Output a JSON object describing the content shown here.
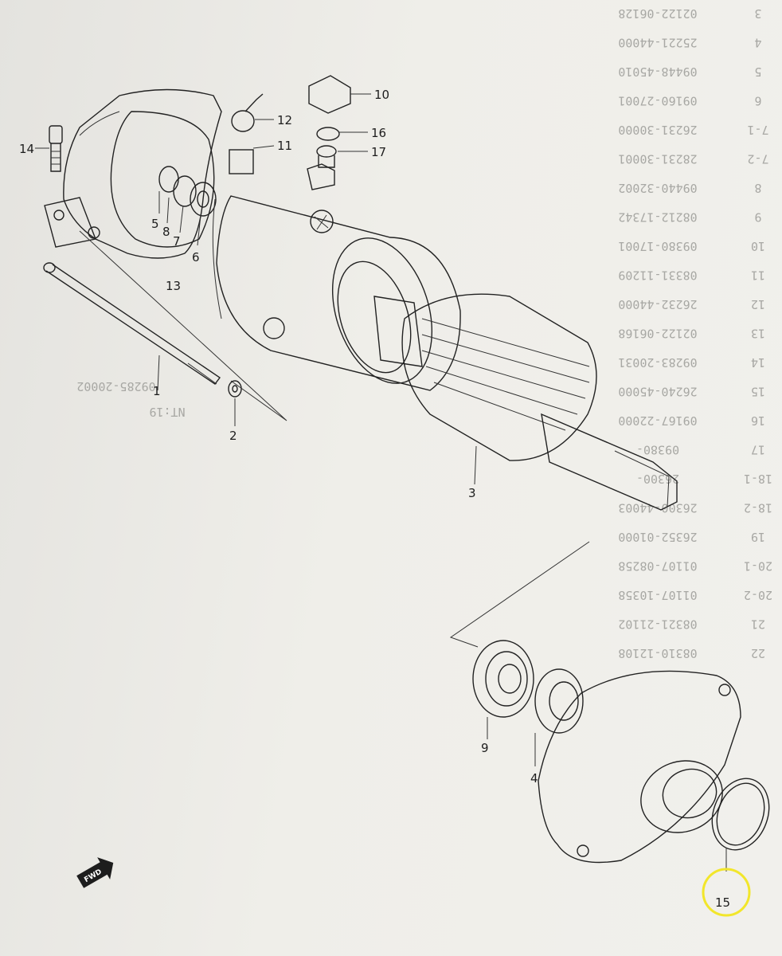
{
  "diagram": {
    "callouts": [
      {
        "id": "c1",
        "text": "1"
      },
      {
        "id": "c2",
        "text": "2"
      },
      {
        "id": "c3",
        "text": "3"
      },
      {
        "id": "c4",
        "text": "4"
      },
      {
        "id": "c5",
        "text": "5"
      },
      {
        "id": "c6",
        "text": "6"
      },
      {
        "id": "c7",
        "text": "7"
      },
      {
        "id": "c8",
        "text": "8"
      },
      {
        "id": "c9",
        "text": "9"
      },
      {
        "id": "c10",
        "text": "10"
      },
      {
        "id": "c11",
        "text": "11"
      },
      {
        "id": "c12",
        "text": "12"
      },
      {
        "id": "c13",
        "text": "13"
      },
      {
        "id": "c14",
        "text": "14"
      },
      {
        "id": "c15",
        "text": "15"
      },
      {
        "id": "c16",
        "text": "16"
      },
      {
        "id": "c17",
        "text": "17"
      }
    ],
    "fwd_label": "FWD",
    "highlight": {
      "part": "15",
      "color": "#f2e62b"
    }
  },
  "bleed_through": {
    "index_numbers": [
      "3",
      "4",
      "5",
      "6",
      "7-1",
      "7-2",
      "8",
      "9",
      "10",
      "11",
      "12",
      "13",
      "14",
      "15",
      "16",
      "17",
      "18-1",
      "18-2",
      "19",
      "20-1",
      "20-2",
      "21",
      "22"
    ],
    "part_numbers": [
      "02122-06128",
      "25221-44000",
      "09448-45010",
      "09160-27001",
      "26231-30000",
      "28231-30001",
      "09440-32002",
      "08212-17342",
      "09380-17001",
      "08331-11209",
      "26232-44000",
      "02122-06168",
      "09283-20031",
      "26240-45000",
      "09167-22000",
      "09380-",
      "26300-",
      "26300-44003",
      "26352-01000",
      "01107-08258",
      "01107-10358",
      "08321-21102",
      "08310-12108"
    ],
    "side_notes": [
      "09285-20002",
      "NT:19"
    ]
  }
}
